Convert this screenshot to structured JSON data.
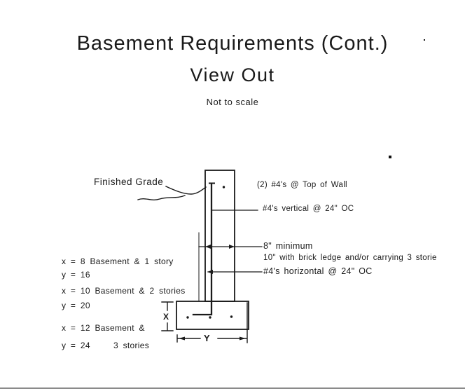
{
  "title": {
    "line1": "Basement Requirements (Cont.)",
    "line2": "View Out",
    "scale_note": "Not to scale"
  },
  "colors": {
    "ink": "#1a1a1a",
    "footer_rule": "#8a8a8a"
  },
  "diagram": {
    "finished_grade": "Finished Grade",
    "annotations": {
      "top_of_wall": "(2) #4's @ Top of Wall",
      "vertical_rebar": "#4's vertical @ 24\" OC",
      "wall_thickness": "8\" minimum",
      "brick_ledge": "10\" with brick ledge and/or carrying 3 storie",
      "horizontal_rebar": "#4's horizontal @ 24\" OC"
    },
    "dims": {
      "x": "X",
      "y": "Y"
    },
    "notes": [
      "x = 8 Basement & 1 story",
      "y = 16",
      "x = 10 Basement & 2 stories",
      "y = 20",
      "x = 12 Basement &",
      "y = 24     3 stories"
    ]
  }
}
